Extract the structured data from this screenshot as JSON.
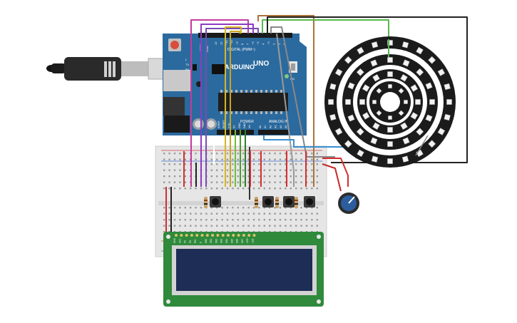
{
  "arduino": {
    "logo": "ARDUINO",
    "model": "UNO",
    "digital_label": "DIGITAL (PWM~)",
    "power_label": "POWER",
    "analog_label": "ANALOG IN",
    "aref": "AREF",
    "gnd": "GND",
    "tx": "TX",
    "rx": "RX",
    "l": "L",
    "on": "ON",
    "power_pins": [
      "IOREF",
      "RESET",
      "3.3V",
      "5V",
      "GND",
      "GND",
      "Vin"
    ],
    "analog_pins": [
      "A0",
      "A1",
      "A2",
      "A3",
      "A4",
      "A5"
    ],
    "digital_pins": [
      "13",
      "12",
      "~11",
      "~10",
      "~9",
      "8",
      "7",
      "~6",
      "~5",
      "4",
      "~3",
      "2",
      "1",
      "0"
    ]
  },
  "lcd": {
    "pins": [
      "GND",
      "VCC",
      "V0",
      "RS",
      "RW",
      "E",
      "DB0",
      "DB1",
      "DB2",
      "DB3",
      "DB4",
      "DB5",
      "DB6",
      "DB7",
      "LED+",
      "LED-"
    ]
  },
  "neopixel_rings": [
    {
      "pixels": 24
    },
    {
      "pixels": 16
    },
    {
      "pixels": 12
    },
    {
      "pixels": 8
    }
  ],
  "colors": {
    "board": "#2b6a9e",
    "breadboard": "#e6e6e6",
    "lcd_pcb": "#2f8a3c",
    "lcd_screen": "#1e2d55",
    "ring": "#1b1b1b",
    "pot_knob": "#2c5d9e"
  },
  "icons": {
    "usb": "usb-cable-icon",
    "potentiometer": "potentiometer-icon",
    "pushbutton": "pushbutton-icon",
    "resistor": "resistor-icon"
  }
}
